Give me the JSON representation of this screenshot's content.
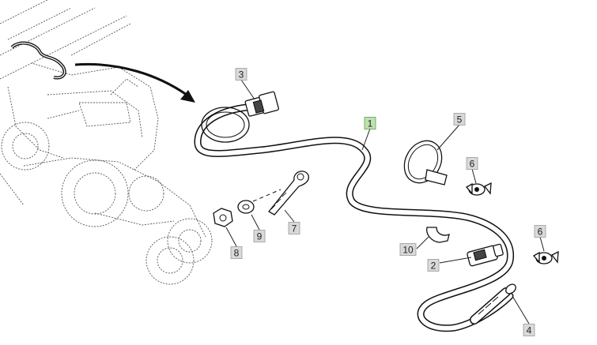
{
  "diagram": {
    "callouts": [
      {
        "id": "c1",
        "label": "1",
        "highlight": true
      },
      {
        "id": "c2",
        "label": "2"
      },
      {
        "id": "c3",
        "label": "3"
      },
      {
        "id": "c4",
        "label": "4"
      },
      {
        "id": "c5",
        "label": "5"
      },
      {
        "id": "c6a",
        "label": "6"
      },
      {
        "id": "c6b",
        "label": "6"
      },
      {
        "id": "c7",
        "label": "7"
      },
      {
        "id": "c8",
        "label": "8"
      },
      {
        "id": "c9",
        "label": "9"
      },
      {
        "id": "c10",
        "label": "10"
      }
    ],
    "colors": {
      "callout_fill": "#d9d9d9",
      "callout_highlight": "#bfe3b0",
      "line": "#111111"
    }
  }
}
